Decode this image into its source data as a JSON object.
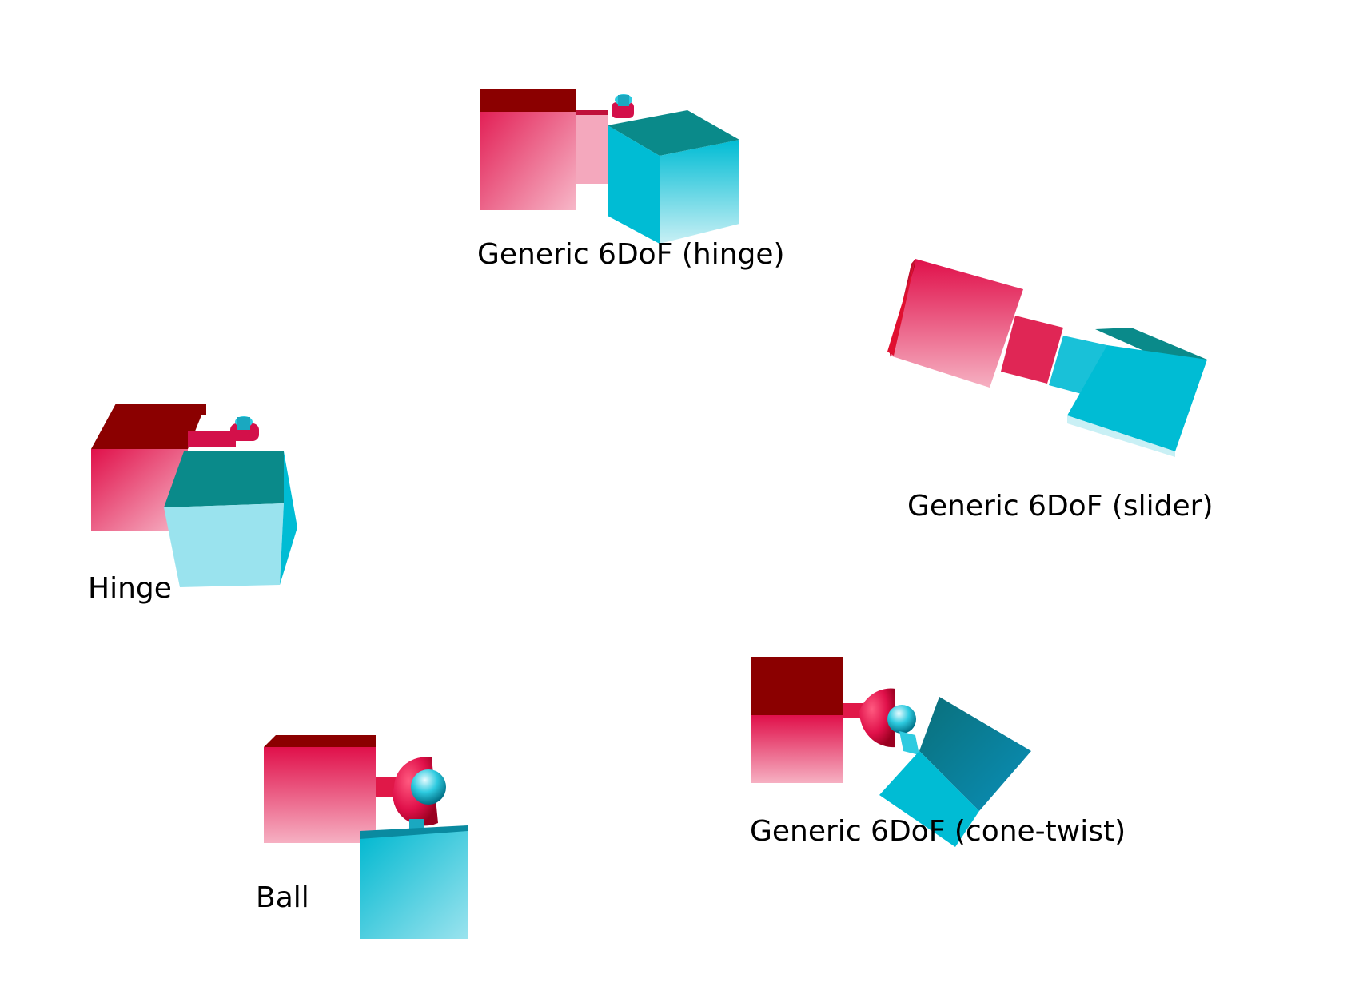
{
  "labels": {
    "hinge6dof": "Generic 6DoF (hinge)",
    "slider6dof": "Generic 6DoF (slider)",
    "hinge": "Hinge",
    "ball": "Ball",
    "conetwist6dof": "Generic 6DoF (cone-twist)"
  },
  "colors": {
    "background": "#ffffff",
    "red_body": "#e0104a",
    "red_dark": "#8b0000",
    "red_light": "#f7b7c8",
    "cyan_body": "#00bcd4",
    "cyan_dark": "#008b8b",
    "cyan_light": "#c9f0f5"
  }
}
